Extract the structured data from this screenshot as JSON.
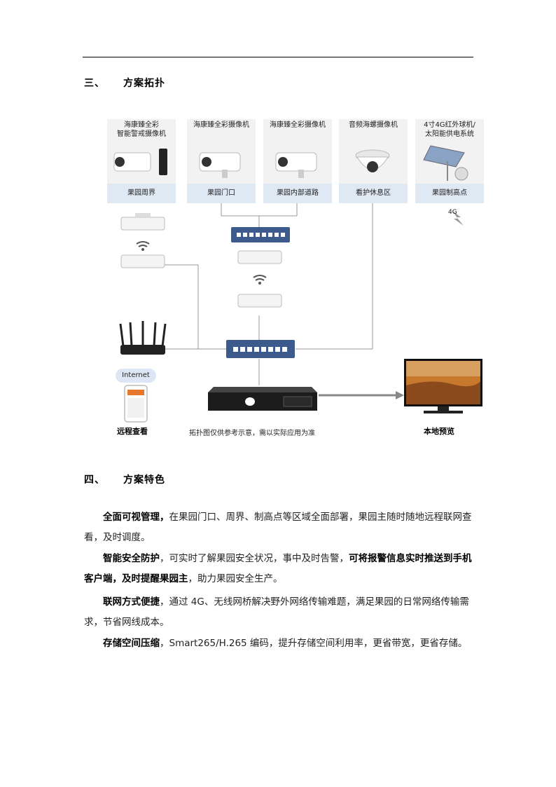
{
  "sections": {
    "topology": {
      "num": "三、",
      "title": "方案拓扑"
    },
    "features": {
      "num": "四、",
      "title": "方案特色"
    }
  },
  "cameras": [
    {
      "title_line1": "海康臻全彩",
      "title_line2": "智能警戒摄像机",
      "location": "果园周界"
    },
    {
      "title_line1": "海康臻全彩摄像机",
      "title_line2": "",
      "location": "果园门口"
    },
    {
      "title_line1": "海康臻全彩摄像机",
      "title_line2": "",
      "location": "果园内部道路"
    },
    {
      "title_line1": "音频海螺摄像机",
      "title_line2": "",
      "location": "看护休息区"
    },
    {
      "title_line1": "4寸4G红外球机/",
      "title_line2": "太阳能供电系统",
      "location": "果园制高点"
    }
  ],
  "diagram": {
    "signal_4g": "4G",
    "internet": "Internet",
    "remote_view": "远程查看",
    "note": "拓扑图仅供参考示意，需以实际应用为准",
    "local_preview": "本地预览"
  },
  "features": [
    {
      "lead": "全面可视管理，",
      "text": "在果园门口、周界、制高点等区域全面部署，果园主随时随地远程联网查看，及时调度。"
    },
    {
      "lead": "智能安全防护",
      "text": "，可实时了解果园安全状况，事中及时告警，",
      "lead2": "可将报警信息实时推送到手机客户端，及时提醒果园主",
      "text2": "，助力果园安全生产。"
    },
    {
      "lead": "联网方式便捷",
      "text": "，通过 4G、无线网桥解决野外网络传输难题，满足果园的日常网络传输需求，节省网线成本。"
    },
    {
      "lead": "存储空间压缩",
      "text": "，Smart265/H.265 编码，提升存储空间利用率，更省带宽，更省存储。"
    }
  ]
}
